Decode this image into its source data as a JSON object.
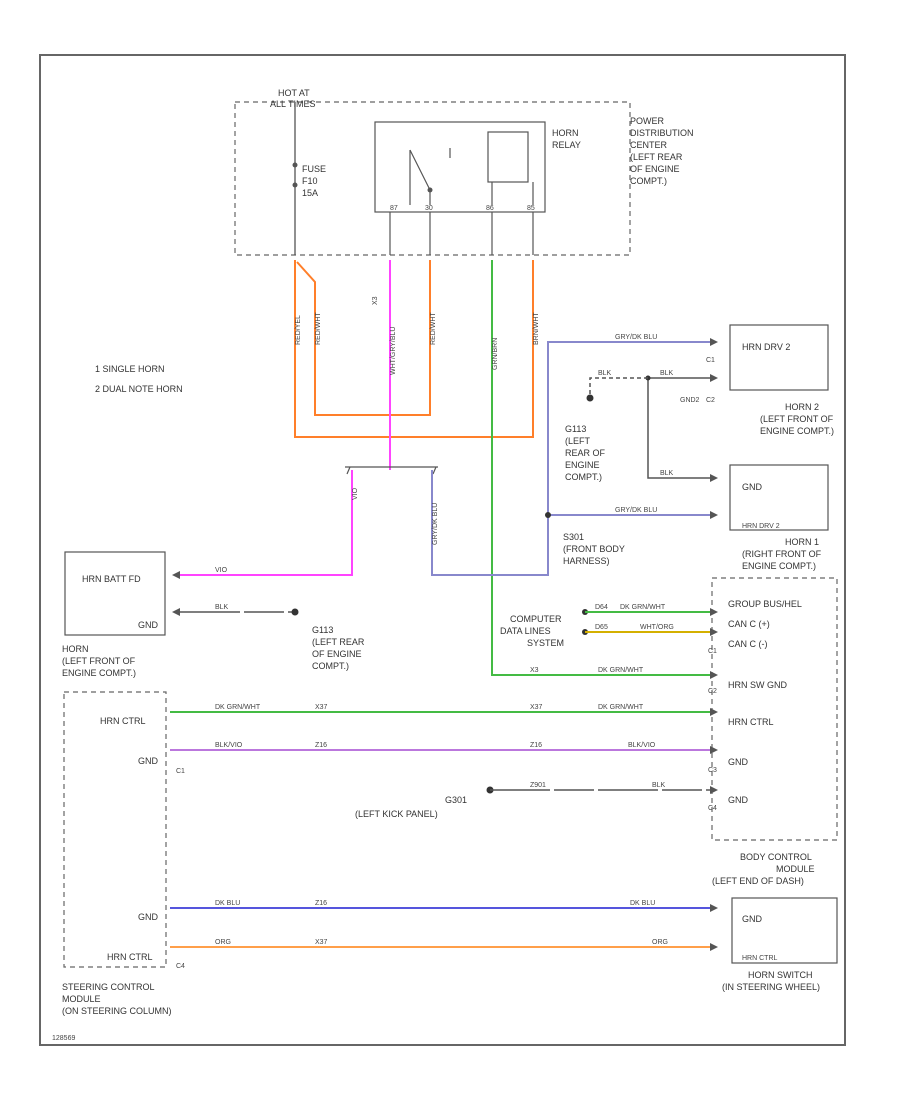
{
  "colors": {
    "orange": "#ff7f2a",
    "magenta": "#ff44ff",
    "green": "#44bb44",
    "blue": "#5555dd",
    "lavender": "#8888cc",
    "purple": "#bb77dd",
    "yellow": "#d4b000",
    "gray": "#555555"
  },
  "hot": {
    "l1": "HOT AT",
    "l2": "ALL TIMES"
  },
  "fuse": {
    "l1": "FUSE",
    "l2": "F10",
    "l3": "15A"
  },
  "relay": {
    "l1": "HORN",
    "l2": "RELAY",
    "pins": [
      "87",
      "30",
      "86",
      "85"
    ]
  },
  "pdc": {
    "l1": "POWER",
    "l2": "DISTRIBUTION",
    "l3": "CENTER",
    "l4": "(LEFT REAR",
    "l5": "OF ENGINE",
    "l6": "COMPT.)"
  },
  "legend": {
    "l1": "1  SINGLE HORN",
    "l2": "2  DUAL NOTE HORN"
  },
  "wires": {
    "orange_a": "RED/YEL",
    "orange_b": "RED/WHT",
    "magenta": "WHT/GRY/BLU",
    "green": "GRN/BRN",
    "right": "BRN/WHT",
    "mag_circuit": "X3",
    "mag_low": "VIO",
    "blue_mid": "GRY/DK BLU",
    "blue_top": "GRY/DK BLU",
    "blue_bot": "GRY/DK BLU",
    "green_h": "DK GRN/WHT",
    "green_circuit": "X3",
    "bcm_green": "DK GRN/WHT",
    "bcm_green_c1": "X37",
    "bcm_green_c2": "X37",
    "bcm_purple": "BLK/VIO",
    "bcm_purple_c1": "Z16",
    "bcm_purple_c2": "Z16",
    "bcm_purple_r": "BLK/VIO",
    "g301_wire": "Z901",
    "g301_r": "BLK",
    "can_p": "DK GRN/WHT",
    "can_m": "WHT/ORG",
    "can_p_c": "D64",
    "can_m_c": "D65",
    "scm_blue": "DK BLU",
    "scm_blue_c": "Z16",
    "scm_blue_r": "DK BLU",
    "scm_orange": "ORG",
    "scm_orange_c": "X37",
    "scm_orange_r": "ORG",
    "horn1_gnd": "BLK",
    "horn_gnd": "BLK",
    "g113_wire": "BLK"
  },
  "horn": {
    "label1": "HRN BATT FD",
    "gnd": "GND",
    "cap1": "HORN",
    "cap2": "(LEFT FRONT OF",
    "cap3": "ENGINE COMPT.)"
  },
  "g113": {
    "l1": "G113",
    "l2": "(LEFT REAR",
    "l3": "OF ENGINE",
    "l4": "COMPT.)"
  },
  "g103a": {
    "l1": "G113",
    "l2": "(LEFT",
    "l3": "REAR OF",
    "l4": "ENGINE",
    "l5": "COMPT.)"
  },
  "s301": {
    "l1": "S301",
    "l2": "(FRONT BODY",
    "l3": "HARNESS)"
  },
  "horn2": {
    "label": "HRN DRV 2",
    "c1": "C1",
    "c2": "C2",
    "gnd": "GND2",
    "cap1": "HORN 2",
    "cap2": "(LEFT FRONT OF",
    "cap3": "ENGINE COMPT.)"
  },
  "horn1": {
    "gnd": "GND",
    "drv": "HRN DRV 2",
    "cap1": "HORN 1",
    "cap2": "(RIGHT FRONT OF",
    "cap3": "ENGINE COMPT.)"
  },
  "bcm": {
    "pins": [
      "GROUP BUS/HEL",
      "CAN C (+)",
      "CAN C (-)",
      "HRN SW GND",
      "HRN CTRL",
      "GND",
      "GND"
    ],
    "c1": "C1",
    "c2": "C2",
    "c3": "C3",
    "c4": "C4",
    "cap1": "BODY CONTROL",
    "cap2": "MODULE",
    "cap3": "(LEFT END OF DASH)"
  },
  "cdl": {
    "l1": "COMPUTER",
    "l2": "DATA LINES",
    "l3": "SYSTEM"
  },
  "g301": {
    "l1": "G301",
    "l2": "(LEFT KICK PANEL)"
  },
  "scm": {
    "pins": [
      "HRN CTRL",
      "GND",
      "GND",
      "HRN CTRL"
    ],
    "c1": "C1",
    "c2": "C4",
    "cap1": "STEERING CONTROL",
    "cap2": "MODULE",
    "cap3": "(ON STEERING COLUMN)"
  },
  "hsw": {
    "gnd": "GND",
    "ctrl": "HRN CTRL",
    "cap1": "HORN SWITCH",
    "cap2": "(IN STEERING WHEEL)"
  },
  "footer": "128569"
}
